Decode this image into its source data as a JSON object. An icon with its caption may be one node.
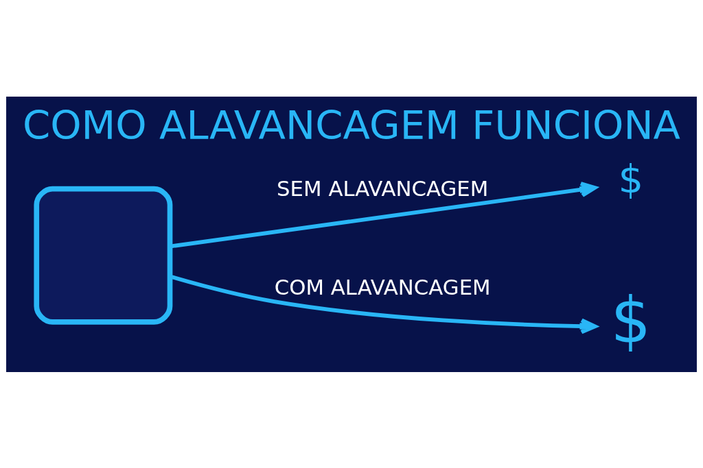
{
  "diagram": {
    "title": "COMO ALAVANCAGEM FUNCIONA",
    "nodes": [
      {
        "text": [],
        "shape": "box"
      },
      {
        "text": [
          "$"
        ]
      },
      {
        "text": [
          "$"
        ]
      }
    ],
    "edges": [
      {
        "from": 0,
        "to": 1,
        "arrow": "to",
        "label": "SEM ALAVANCAGEM"
      },
      {
        "from": 0,
        "to": 2,
        "arrow": "to",
        "label": "COM ALAVANCAGEM"
      }
    ]
  }
}
